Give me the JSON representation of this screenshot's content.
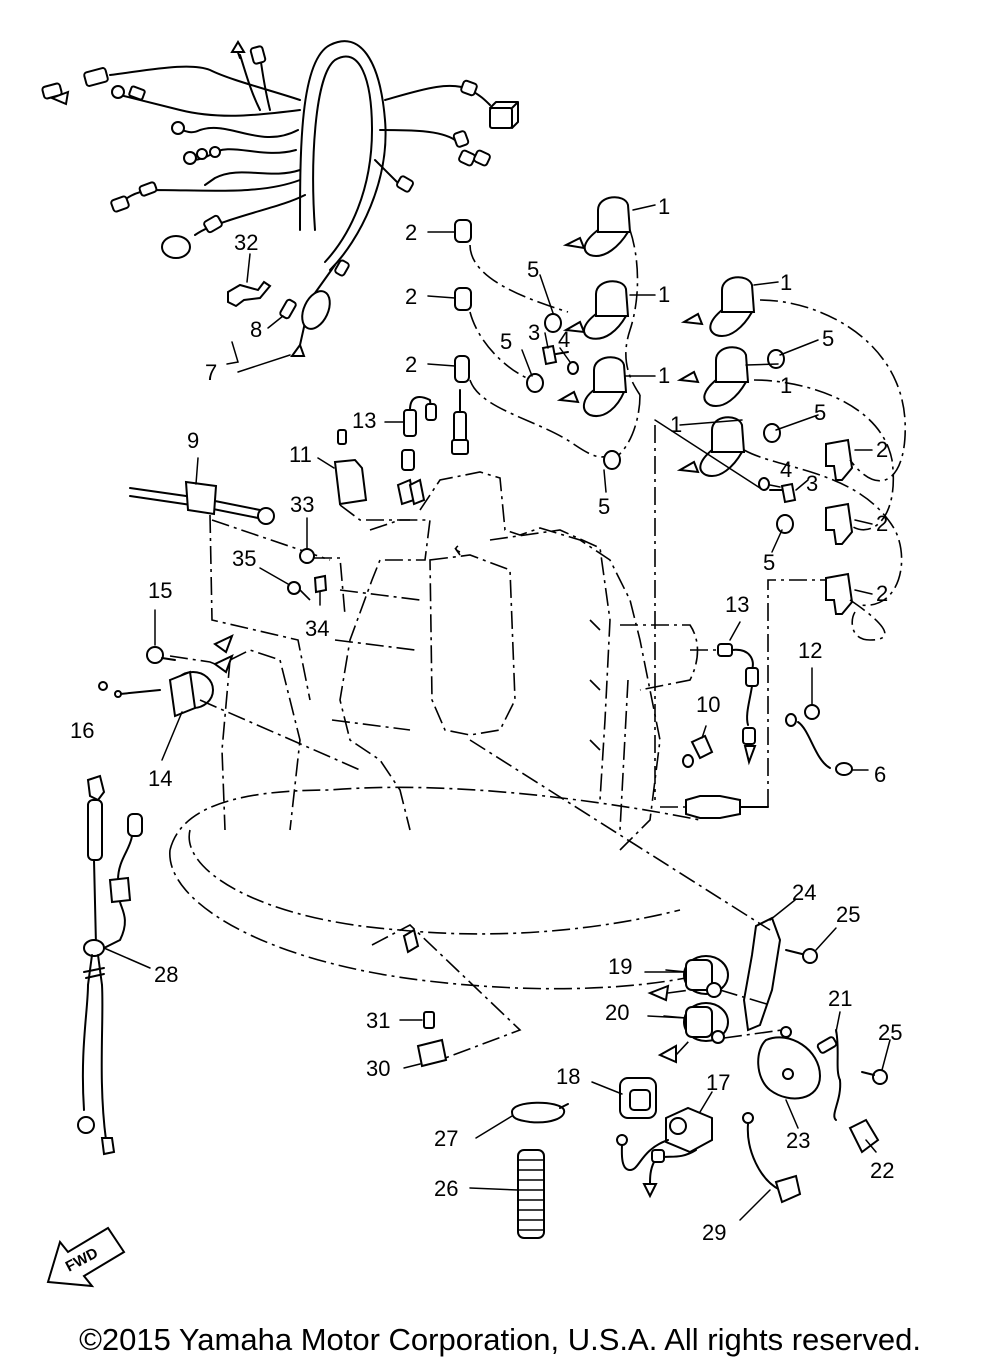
{
  "diagram": {
    "fwd_label": "FWD",
    "callouts": [
      {
        "id": "c1a",
        "text": "1"
      },
      {
        "id": "c1b",
        "text": "1"
      },
      {
        "id": "c1c",
        "text": "1"
      },
      {
        "id": "c1d",
        "text": "1"
      },
      {
        "id": "c1e",
        "text": "1"
      },
      {
        "id": "c1f",
        "text": "1"
      },
      {
        "id": "c2a",
        "text": "2"
      },
      {
        "id": "c2b",
        "text": "2"
      },
      {
        "id": "c2c",
        "text": "2"
      },
      {
        "id": "c2d",
        "text": "2"
      },
      {
        "id": "c2e",
        "text": "2"
      },
      {
        "id": "c2f",
        "text": "2"
      },
      {
        "id": "c3a",
        "text": "3"
      },
      {
        "id": "c3b",
        "text": "3"
      },
      {
        "id": "c4a",
        "text": "4"
      },
      {
        "id": "c4b",
        "text": "4"
      },
      {
        "id": "c5a",
        "text": "5"
      },
      {
        "id": "c5b",
        "text": "5"
      },
      {
        "id": "c5c",
        "text": "5"
      },
      {
        "id": "c5d",
        "text": "5"
      },
      {
        "id": "c5e",
        "text": "5"
      },
      {
        "id": "c5f",
        "text": "5"
      },
      {
        "id": "c6",
        "text": "6"
      },
      {
        "id": "c7",
        "text": "7"
      },
      {
        "id": "c8",
        "text": "8"
      },
      {
        "id": "c9",
        "text": "9"
      },
      {
        "id": "c10",
        "text": "10"
      },
      {
        "id": "c11",
        "text": "11"
      },
      {
        "id": "c12",
        "text": "12"
      },
      {
        "id": "c13a",
        "text": "13"
      },
      {
        "id": "c13b",
        "text": "13"
      },
      {
        "id": "c14",
        "text": "14"
      },
      {
        "id": "c15",
        "text": "15"
      },
      {
        "id": "c16",
        "text": "16"
      },
      {
        "id": "c17",
        "text": "17"
      },
      {
        "id": "c18",
        "text": "18"
      },
      {
        "id": "c19",
        "text": "19"
      },
      {
        "id": "c20",
        "text": "20"
      },
      {
        "id": "c21",
        "text": "21"
      },
      {
        "id": "c22",
        "text": "22"
      },
      {
        "id": "c23",
        "text": "23"
      },
      {
        "id": "c24",
        "text": "24"
      },
      {
        "id": "c25a",
        "text": "25"
      },
      {
        "id": "c25b",
        "text": "25"
      },
      {
        "id": "c26",
        "text": "26"
      },
      {
        "id": "c27",
        "text": "27"
      },
      {
        "id": "c28",
        "text": "28"
      },
      {
        "id": "c29",
        "text": "29"
      },
      {
        "id": "c30",
        "text": "30"
      },
      {
        "id": "c31",
        "text": "31"
      },
      {
        "id": "c32",
        "text": "32"
      },
      {
        "id": "c33",
        "text": "33"
      },
      {
        "id": "c34",
        "text": "34"
      },
      {
        "id": "c35",
        "text": "35"
      }
    ]
  },
  "footer": {
    "copyright": "©2015 Yamaha Motor Corporation, U.S.A. All rights reserved."
  }
}
